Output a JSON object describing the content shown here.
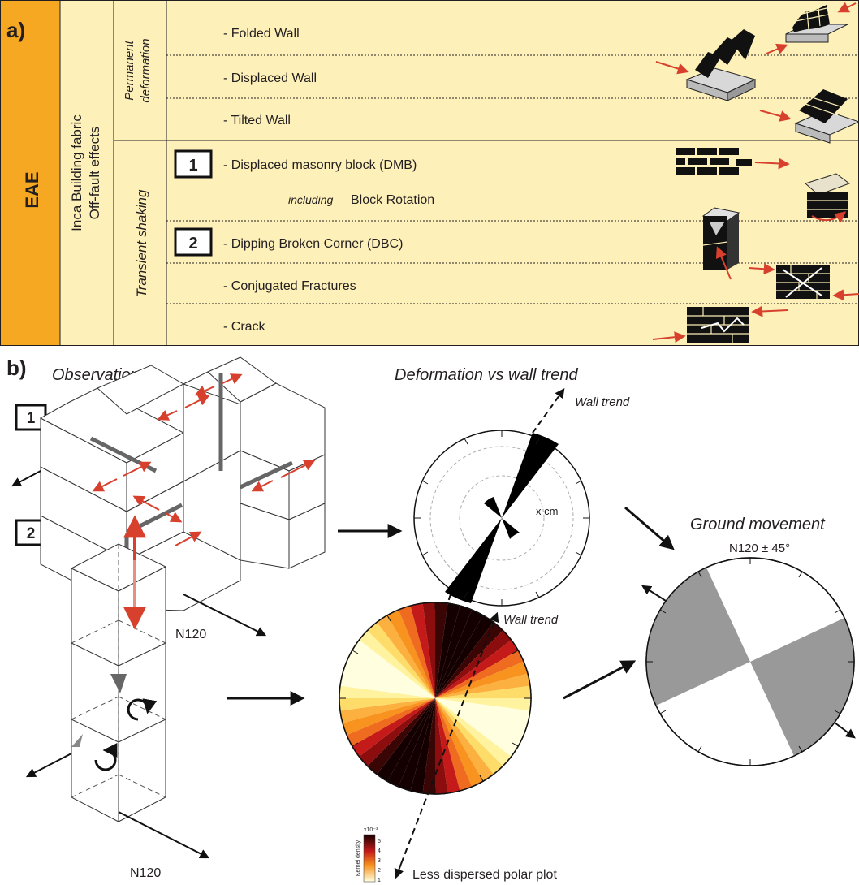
{
  "panel_a": {
    "label": "a)",
    "eae": "EAE",
    "fabric_line1": "Inca Building fabric",
    "fabric_line2": "Off-fault effects",
    "permanent_line1": "Permanent",
    "permanent_line2": "deformation",
    "transient": "Transient shaking",
    "marker1": "1",
    "marker2": "2",
    "items": [
      "- Folded Wall",
      "- Displaced Wall",
      "- Tilted Wall",
      "- Displaced masonry block (DMB)",
      "- Dipping Broken Corner (DBC)",
      "- Conjugated Fractures",
      "- Crack"
    ],
    "including_word": "including",
    "including_item": "Block Rotation"
  },
  "panel_b": {
    "label": "b)",
    "observation": "Observation",
    "marker1": "1",
    "marker2": "2",
    "n120_top": "N120",
    "n120_bottom": "N120",
    "deformation_title": "Deformation vs wall trend",
    "wall_trend_top": "Wall trend",
    "x_cm": "x cm",
    "wall_trend_bottom": "Wall trend",
    "kernel_label": "Kernel density",
    "kernel_exp": "x10⁻³",
    "kernel_ticks": [
      "5",
      "4",
      "3",
      "2",
      "1"
    ],
    "less_dispersed": "Less dispersed polar plot",
    "ground_title": "Ground movement",
    "ground_range": "N120 ± 45°"
  },
  "colors": {
    "table_bg": "#fdf0b8",
    "eae_orange": "#f7a823",
    "arrow_red": "#d8402e",
    "rose_black": "#000000",
    "quadrant_gray": "#999999"
  }
}
